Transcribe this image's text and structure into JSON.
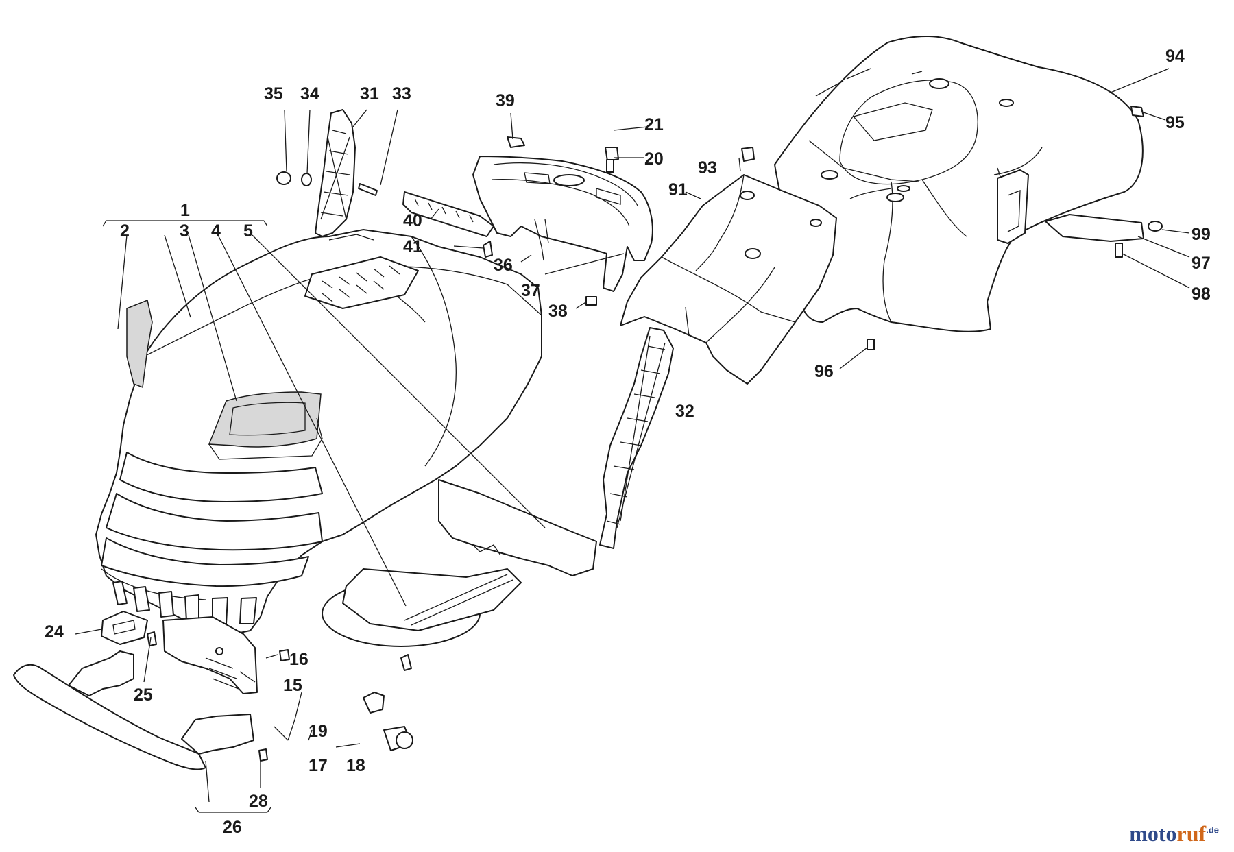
{
  "callouts": [
    {
      "id": "c1",
      "label": "1"
    },
    {
      "id": "c2",
      "label": "2"
    },
    {
      "id": "c3",
      "label": "3"
    },
    {
      "id": "c4",
      "label": "4"
    },
    {
      "id": "c5",
      "label": "5"
    },
    {
      "id": "c15",
      "label": "15"
    },
    {
      "id": "c16",
      "label": "16"
    },
    {
      "id": "c17",
      "label": "17"
    },
    {
      "id": "c18",
      "label": "18"
    },
    {
      "id": "c19",
      "label": "19"
    },
    {
      "id": "c20",
      "label": "20"
    },
    {
      "id": "c21",
      "label": "21"
    },
    {
      "id": "c24",
      "label": "24"
    },
    {
      "id": "c25",
      "label": "25"
    },
    {
      "id": "c26",
      "label": "26"
    },
    {
      "id": "c28",
      "label": "28"
    },
    {
      "id": "c31",
      "label": "31"
    },
    {
      "id": "c32",
      "label": "32"
    },
    {
      "id": "c33",
      "label": "33"
    },
    {
      "id": "c34",
      "label": "34"
    },
    {
      "id": "c35",
      "label": "35"
    },
    {
      "id": "c36",
      "label": "36"
    },
    {
      "id": "c37",
      "label": "37"
    },
    {
      "id": "c38",
      "label": "38"
    },
    {
      "id": "c39",
      "label": "39"
    },
    {
      "id": "c40",
      "label": "40"
    },
    {
      "id": "c41",
      "label": "41"
    },
    {
      "id": "c91",
      "label": "91"
    },
    {
      "id": "c93",
      "label": "93"
    },
    {
      "id": "c94",
      "label": "94"
    },
    {
      "id": "c95",
      "label": "95"
    },
    {
      "id": "c96",
      "label": "96"
    },
    {
      "id": "c97",
      "label": "97"
    },
    {
      "id": "c98",
      "label": "98"
    },
    {
      "id": "c99",
      "label": "99"
    }
  ],
  "brand": {
    "main": "moto",
    "accent": "ruf",
    "suffix": ".de"
  },
  "colors": {
    "line": "#1a1a1a",
    "glass": "#d8d8d8",
    "brand_blue": "#2f4a8a",
    "brand_orange": "#d0671b"
  }
}
